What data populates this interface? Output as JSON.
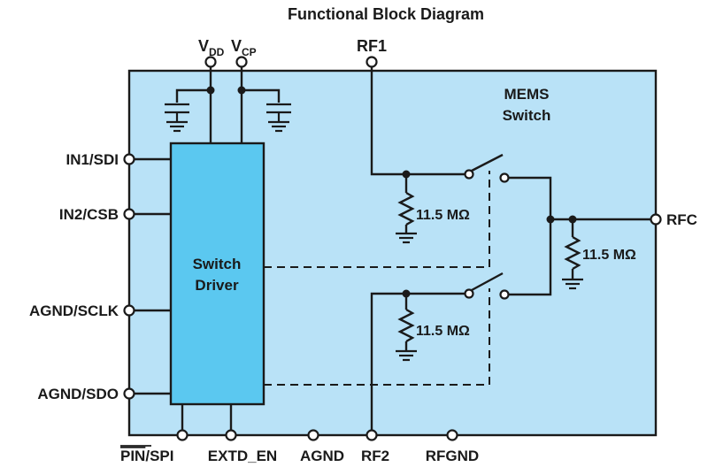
{
  "title": "Functional Block Diagram",
  "colors": {
    "package_fill": "#b9e2f7",
    "driver_fill": "#5bc8f0",
    "line": "#1a1a1a"
  },
  "top_pins": {
    "vdd": {
      "main": "V",
      "sub": "DD"
    },
    "vcp": {
      "main": "V",
      "sub": "CP"
    },
    "rf1": "RF1"
  },
  "left_pins": [
    "IN1/SDI",
    "IN2/CSB",
    "AGND/SCLK",
    "AGND/SDO"
  ],
  "right_pin": "RFC",
  "bottom_pins": {
    "pin_spi_overbar": "PIN",
    "pin_spi_rest": "/SPI",
    "extd_en": "EXTD_EN",
    "agnd": "AGND",
    "rf2": "RF2",
    "rfgnd": "RFGND"
  },
  "driver": {
    "line1": "Switch",
    "line2": "Driver"
  },
  "mems": {
    "line1": "MEMS",
    "line2": "Switch"
  },
  "resistors": {
    "r_rf1": "11.5 MΩ",
    "r_rf2": "11.5 MΩ",
    "r_rfc": "11.5 MΩ"
  }
}
